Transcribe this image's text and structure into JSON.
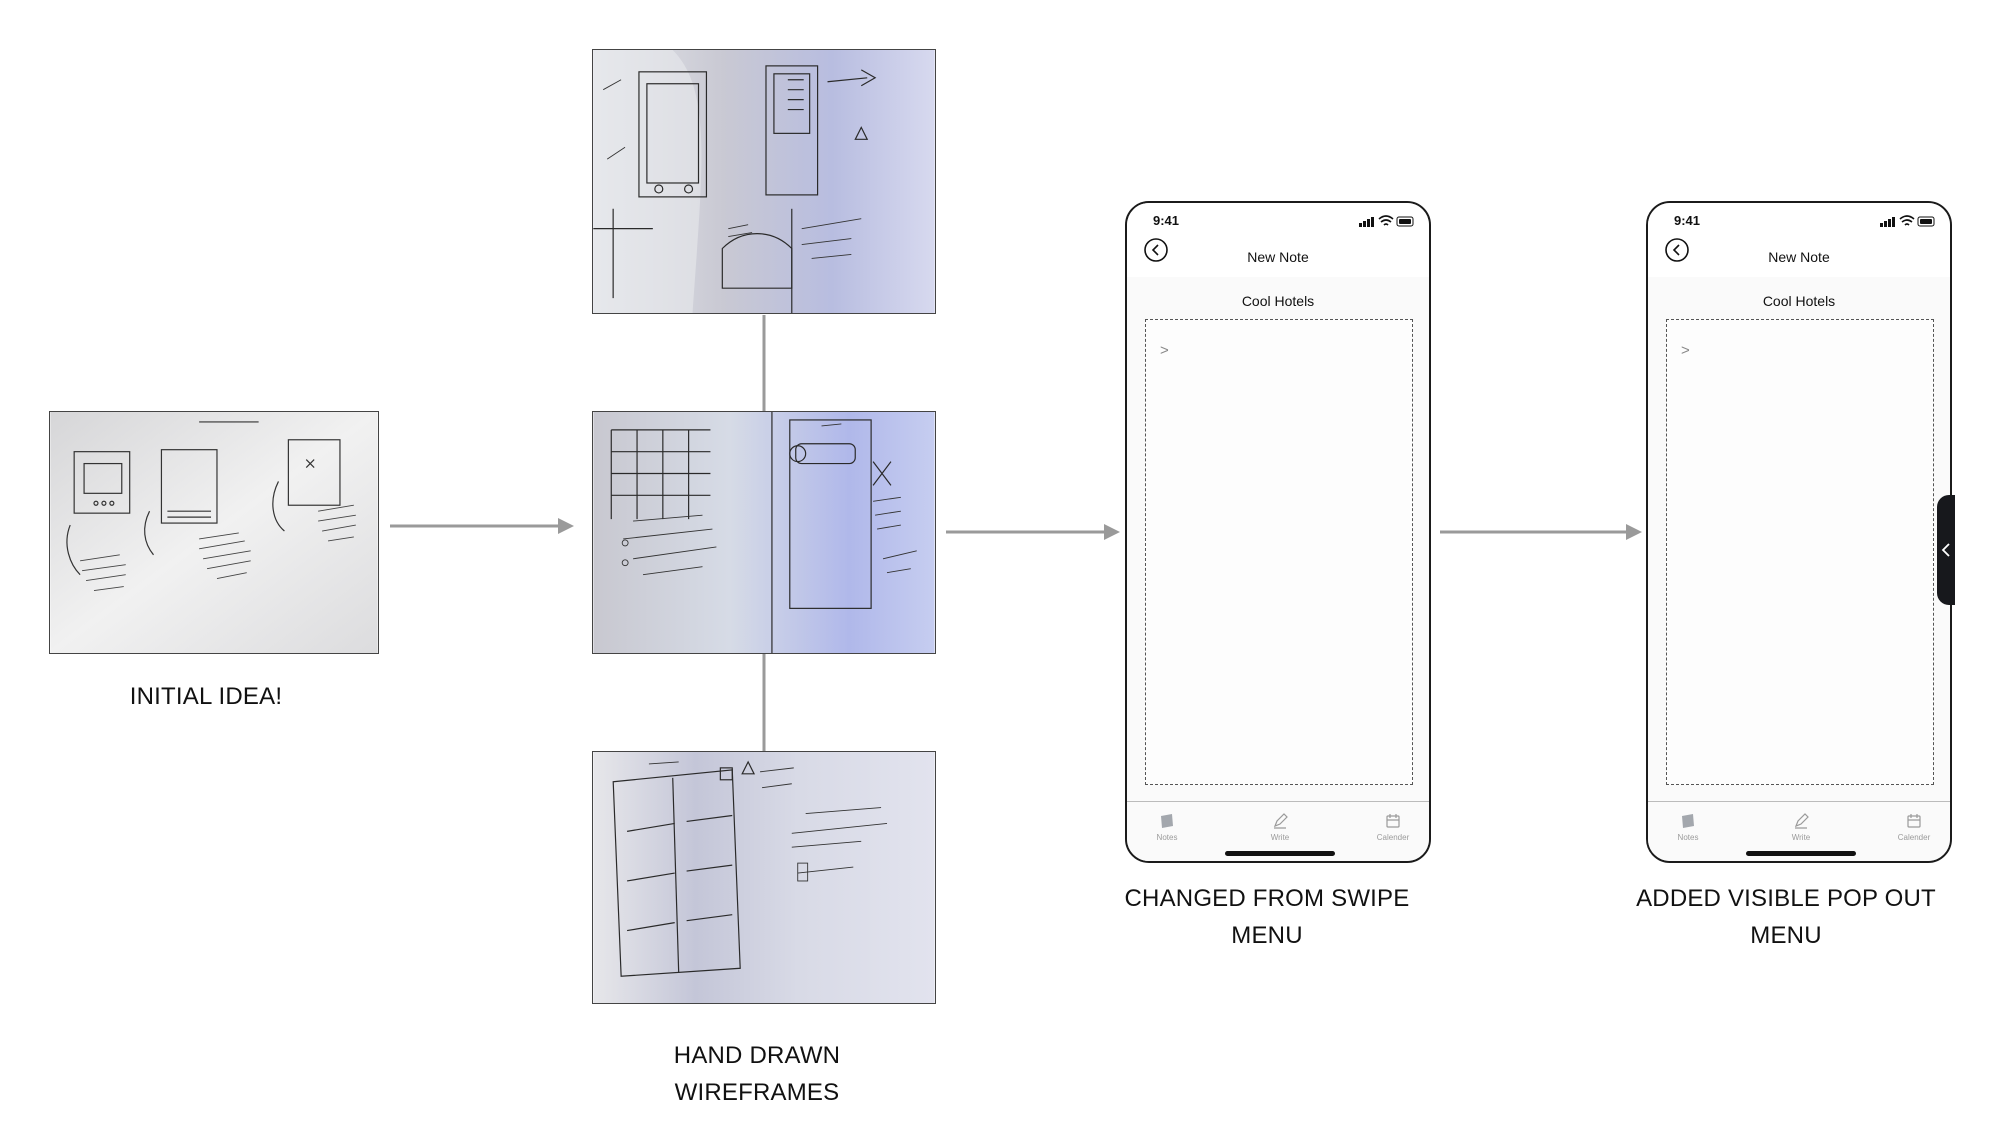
{
  "captions": {
    "initial": "INITIAL IDEA!",
    "wireframes": "HAND DRAWN WIREFRAMES",
    "swipe": "CHANGED FROM SWIPE MENU",
    "popout": "ADDED VISIBLE POP OUT MENU"
  },
  "phone_a": {
    "time": "9:41",
    "nav_title": "New Note",
    "note_title": "Cool Hotels",
    "cursor": ">",
    "tabs": [
      "Notes",
      "Write",
      "Calender"
    ]
  },
  "phone_b": {
    "time": "9:41",
    "nav_title": "New Note",
    "note_title": "Cool Hotels",
    "cursor": ">",
    "tabs": [
      "Notes",
      "Write",
      "Calender"
    ]
  },
  "icons": {
    "back": "back-circle-icon",
    "signal": "signal-icon",
    "wifi": "wifi-icon",
    "battery": "battery-icon",
    "notes": "notes-icon",
    "write": "pencil-icon",
    "calendar": "calendar-icon",
    "popout": "chevron-left-icon"
  },
  "colors": {
    "line": "#9a9a9a",
    "phone_frame": "#1b1b1b",
    "popout_tab": "#17181c"
  }
}
